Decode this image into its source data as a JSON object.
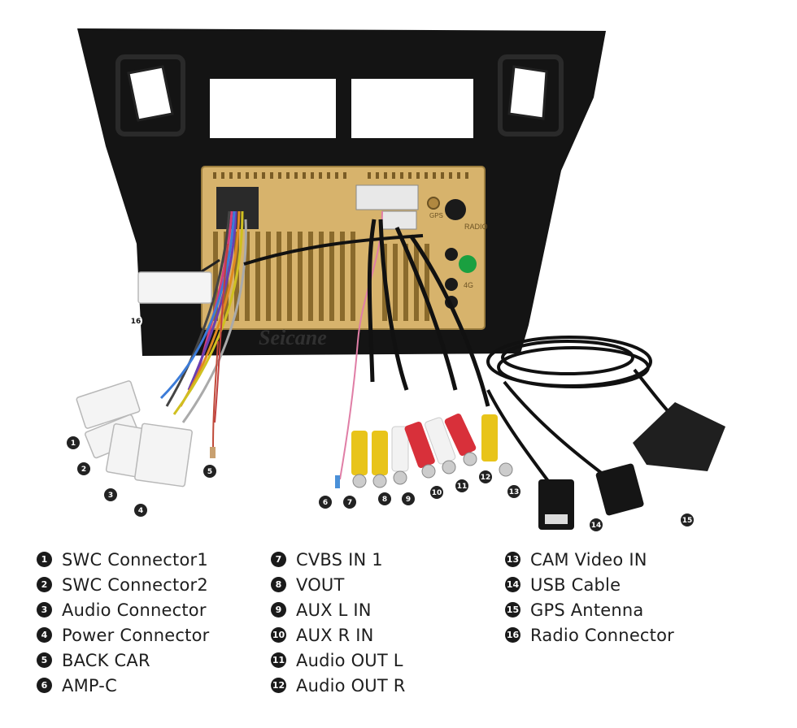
{
  "watermark": "Seicane",
  "unit_labels": {
    "radio": "RADIO",
    "gps": "GPS",
    "g4": "4G"
  },
  "legend": [
    {
      "num": "1",
      "label": "SWC Connector1"
    },
    {
      "num": "2",
      "label": "SWC Connector2"
    },
    {
      "num": "3",
      "label": "Audio Connector"
    },
    {
      "num": "4",
      "label": "Power Connector"
    },
    {
      "num": "5",
      "label": "BACK CAR"
    },
    {
      "num": "6",
      "label": "AMP-C"
    },
    {
      "num": "7",
      "label": "CVBS IN 1"
    },
    {
      "num": "8",
      "label": "VOUT"
    },
    {
      "num": "9",
      "label": "AUX L IN"
    },
    {
      "num": "10",
      "label": "AUX R IN"
    },
    {
      "num": "11",
      "label": "Audio OUT L"
    },
    {
      "num": "12",
      "label": "Audio OUT R"
    },
    {
      "num": "13",
      "label": "CAM Video IN"
    },
    {
      "num": "14",
      "label": "USB Cable"
    },
    {
      "num": "15",
      "label": "GPS Antenna"
    },
    {
      "num": "16",
      "label": "Radio Connector"
    }
  ],
  "colors": {
    "frame": "#141414",
    "unit": "#d7b36c",
    "rca_yellow": "#e8c41a",
    "rca_red": "#d8303a",
    "rca_white": "#f2f2f2"
  }
}
